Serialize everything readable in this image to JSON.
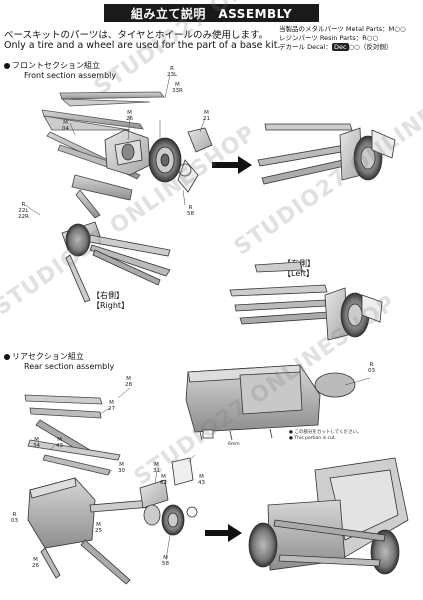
{
  "header": {
    "title": "組み立て説明　ASSEMBLY"
  },
  "intro": {
    "jp": "ベースキットのパーツは、タイヤとホイールのみ使用します。",
    "en": "Only a tire and a wheel are used for the part of a base kit."
  },
  "legend": {
    "metal": "当製品のメタルパーツ Metal Parts：M○○",
    "resin": "レジンパーツ Resin Parts：R○○",
    "decal_prefix": "デカール Decal：",
    "decal_tag": "Dec",
    "decal_suffix": "○○（反対側）"
  },
  "sections": {
    "front": {
      "jp": "フロントセクション組立",
      "en": "Front section assembly"
    },
    "rear": {
      "jp": "リアセクション組立",
      "en": "Rear section assembly"
    }
  },
  "sides": {
    "right_jp": "【右側】",
    "right_en": "【Right】",
    "left_jp": "【左側】",
    "left_en": "【Left】"
  },
  "parts": {
    "p1": "R\n23L",
    "p2": "M\n04",
    "p3": "M\n26",
    "p4": "M\n33R",
    "p5": "M\n21",
    "p6": "R\n58",
    "p7": "R\n22L\n22R",
    "p8": "M\n28",
    "p9": "M\n27",
    "p10": "M\n34",
    "p11": "M\n43",
    "p12": "M\n30",
    "p13": "M\n31",
    "p14": "M\n62",
    "p15": "M\n43",
    "p16": "R\n03",
    "p17": "M\n25",
    "p18": "M\n26",
    "p19": "M\n58",
    "p20": "R\n03"
  },
  "notes": {
    "cut_jp": "● この部分をカットしてください。",
    "cut_en": "● This portion is cut.",
    "dim": "6mm"
  },
  "watermark": "STUDIO27 ONLINESHOP"
}
